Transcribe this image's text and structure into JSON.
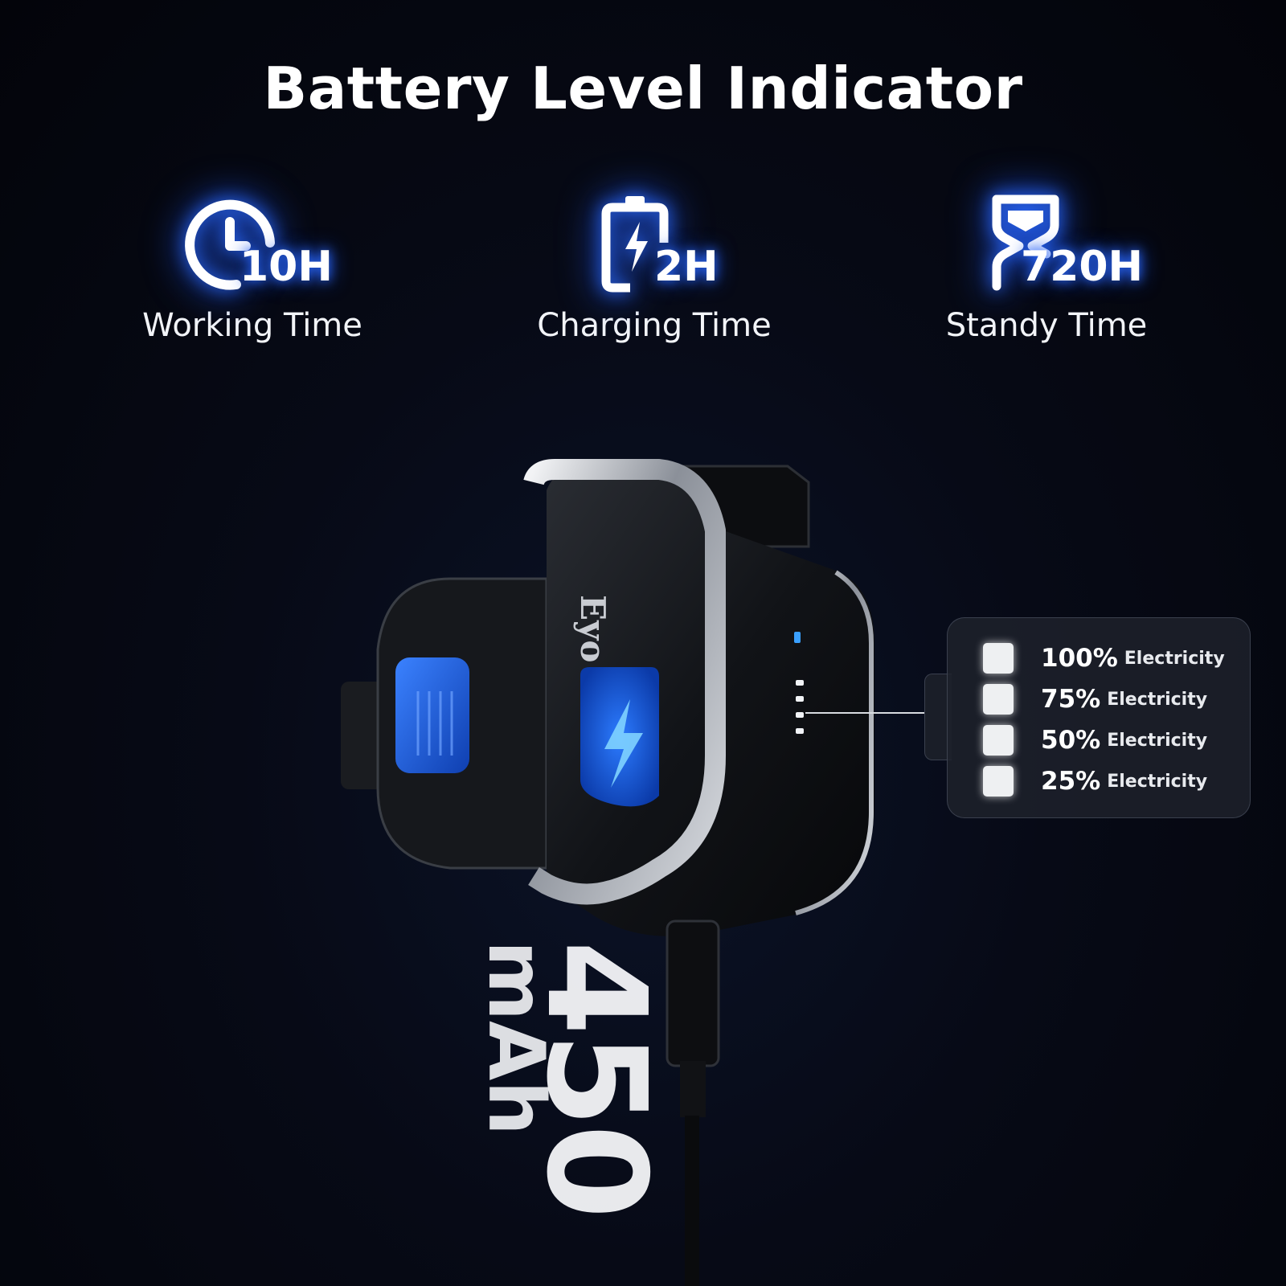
{
  "title": "Battery Level Indicator",
  "stats": [
    {
      "icon": "clock-icon",
      "value": "10H",
      "label": "Working Time"
    },
    {
      "icon": "battery-charging-icon",
      "value": "2H",
      "label": "Charging Time"
    },
    {
      "icon": "hourglass-icon",
      "value": "720H",
      "label": "Standy Time"
    }
  ],
  "legend": [
    {
      "percent": "100%",
      "word": "Electricity"
    },
    {
      "percent": "75%",
      "word": "Electricity"
    },
    {
      "percent": "50%",
      "word": "Electricity"
    },
    {
      "percent": "25%",
      "word": "Electricity"
    }
  ],
  "capacity": {
    "number": "450",
    "unit": "mAh"
  },
  "brand": "Eyo",
  "colors": {
    "accent": "#2d6bff",
    "device_button": "#1f5fd6",
    "background": "#05070f"
  }
}
